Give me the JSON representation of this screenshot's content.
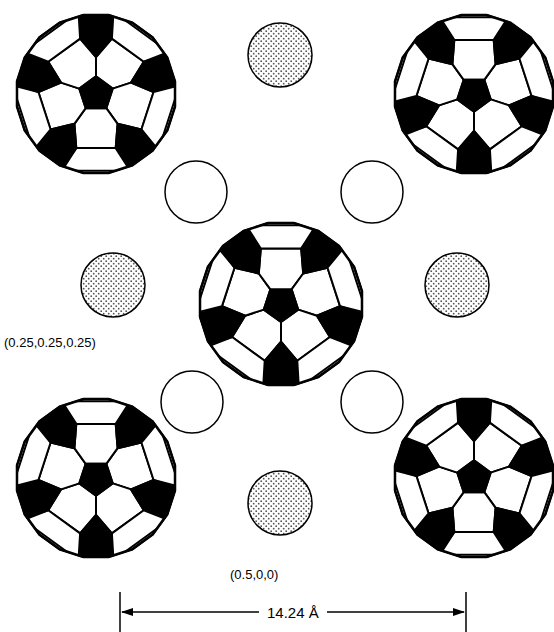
{
  "diagram": {
    "labels": [
      "(0.25,0.25,0.25)",
      "(0.5,0,0)",
      "14.24 Å"
    ]
  }
}
